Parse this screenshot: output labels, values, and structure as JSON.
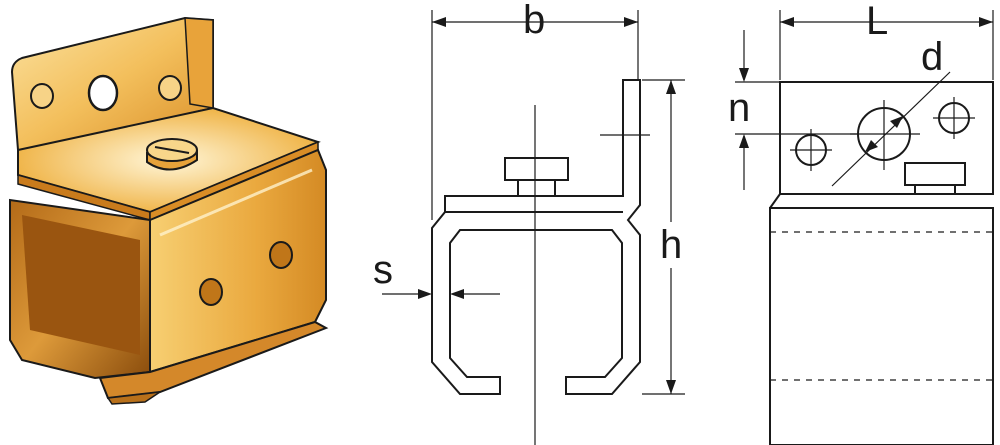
{
  "labels": {
    "width": "b",
    "length": "L",
    "hole_diameter": "d",
    "hole_offset": "n",
    "height": "h",
    "thickness": "s"
  },
  "colors": {
    "metal_light": "#f6c86a",
    "metal_mid": "#e9a63c",
    "metal_dark": "#9c5a10",
    "outline": "#1a1a1a"
  }
}
